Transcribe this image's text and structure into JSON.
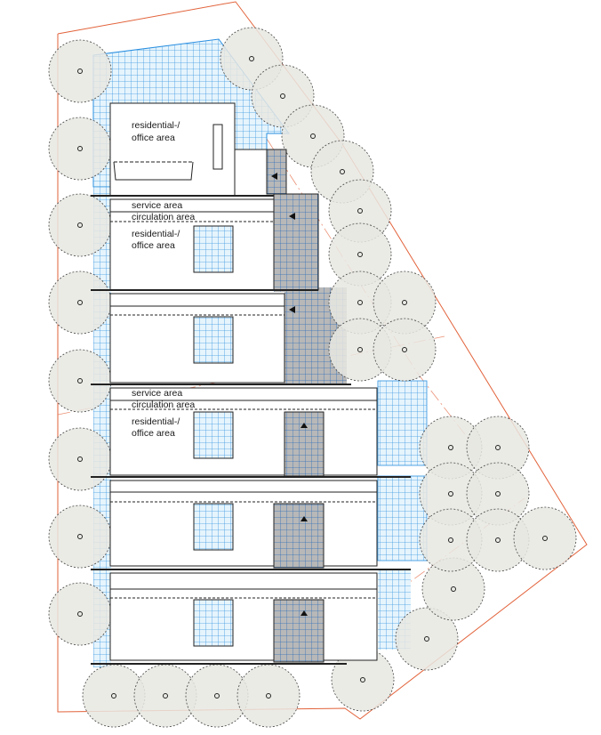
{
  "diagram": {
    "type": "architectural site plan",
    "colors": {
      "site_boundary": "#e2623a",
      "blue_grid": "#2a8fe0",
      "blue_fill": "#dff0fb",
      "gray_core": "#b9b9b9",
      "tree_fill": "#e8e7e2",
      "tree_outline": "#444444",
      "building_line": "#222222"
    },
    "labels": {
      "residential_1": "residential-/",
      "residential_2": "office area",
      "service": "service area",
      "circulation": "circulation area"
    },
    "blocks": [
      {
        "name": "block-1",
        "labels": [
          "residential-/",
          "office area"
        ]
      },
      {
        "name": "block-2",
        "labels": [
          "service area",
          "circulation area",
          "residential-/",
          "office area"
        ]
      },
      {
        "name": "block-3",
        "labels": []
      },
      {
        "name": "block-4",
        "labels": [
          "service area",
          "circulation area",
          "residential-/",
          "office area"
        ]
      },
      {
        "name": "block-5",
        "labels": []
      },
      {
        "name": "block-6",
        "labels": []
      }
    ],
    "legend_items": [
      {
        "label": "residential-/ office area"
      },
      {
        "label": "service area"
      },
      {
        "label": "circulation area"
      }
    ]
  }
}
